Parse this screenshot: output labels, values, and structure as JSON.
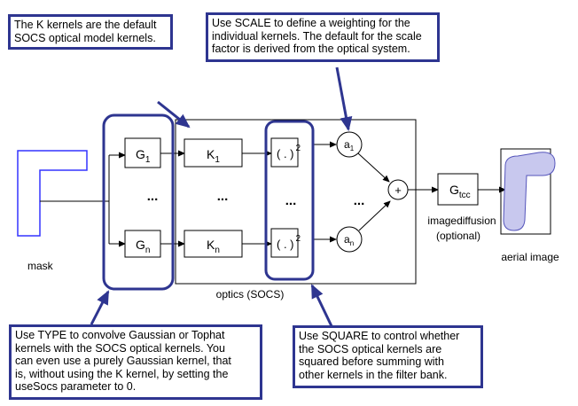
{
  "colors": {
    "callout_border": "#2e3590",
    "mask_outline": "#3333ff",
    "aerial_fill": "#c8c8ee",
    "aerial_stroke": "#5555bb",
    "box_stroke": "#000000",
    "group_stroke": "#2e3590"
  },
  "blocks": {
    "g": [
      {
        "base": "G",
        "sub": "1"
      },
      {
        "base": "G",
        "sub": "n"
      }
    ],
    "k": [
      {
        "base": "K",
        "sub": "1"
      },
      {
        "base": "K",
        "sub": "n"
      }
    ],
    "square": [
      {
        "base": "( . )",
        "sup": "2"
      },
      {
        "base": "( . )",
        "sup": "2"
      }
    ],
    "weights": [
      {
        "base": "a",
        "sub": "1"
      },
      {
        "base": "a",
        "sub": "n"
      }
    ],
    "sum": "+",
    "gtcc": {
      "base": "G",
      "sub": "tcc"
    },
    "ellipsis": "..."
  },
  "labels": {
    "mask": "mask",
    "optics": "optics (SOCS)",
    "imagediffusion": "imagediffusion",
    "optional": "(optional)",
    "aerial": "aerial image"
  },
  "callouts": {
    "kernels": "The K kernels are the default\nSOCS optical model kernels.",
    "scale": "Use SCALE to define a weighting for the\nindividual kernels. The default for the scale\nfactor is derived from the optical system.",
    "type": "Use TYPE to convolve Gaussian or Tophat\nkernels with the SOCS optical kernels. You\ncan even use a purely Gaussian kernel, that\nis, without using the K kernel, by setting the\nuseSocs parameter to 0.",
    "square": "Use SQUARE to control whether\nthe SOCS optical kernels are\nsquared before summing with\nother kernels in the filter bank."
  }
}
